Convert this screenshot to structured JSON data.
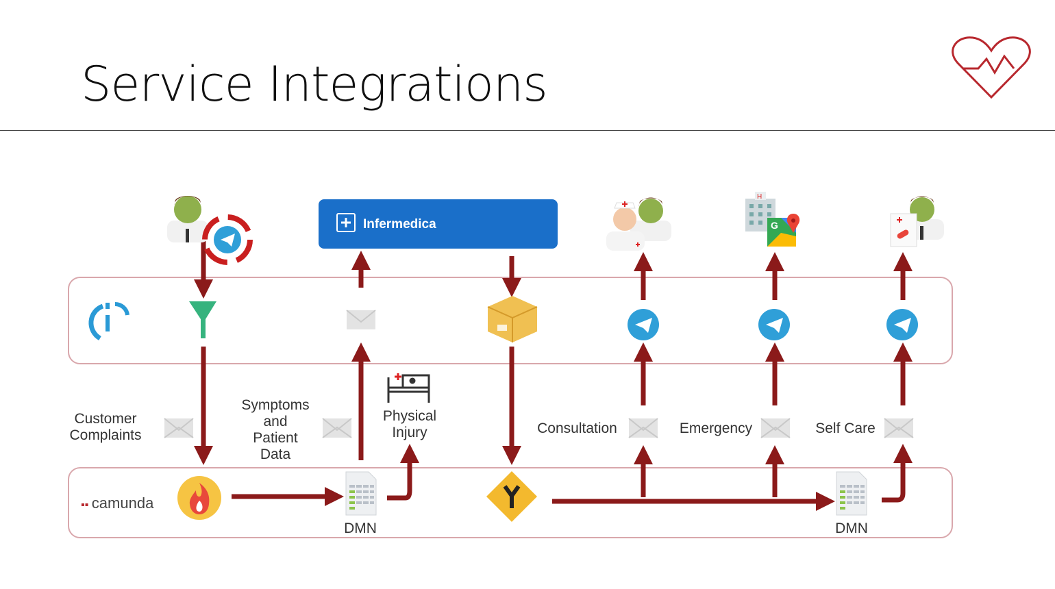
{
  "title": "Service Integrations",
  "services": {
    "infermedica": "Infermedica"
  },
  "engine": {
    "name": "camunda"
  },
  "labels": {
    "customer_complaints": [
      "Customer",
      "Complaints"
    ],
    "symptoms": [
      "Symptoms",
      "and",
      "Patient",
      "Data"
    ],
    "physical_injury": [
      "Physical",
      "Injury"
    ],
    "consultation": "Consultation",
    "emergency": "Emergency",
    "self_care": "Self Care",
    "dmn_left": "DMN",
    "dmn_right": "DMN"
  },
  "colors": {
    "arrow": "#8b1a1a",
    "lane_border": "#d9a7ac",
    "infermedica_blue": "#1a6fc9",
    "telegram_blue": "#2f9fd8",
    "logo": "#b8282e"
  }
}
